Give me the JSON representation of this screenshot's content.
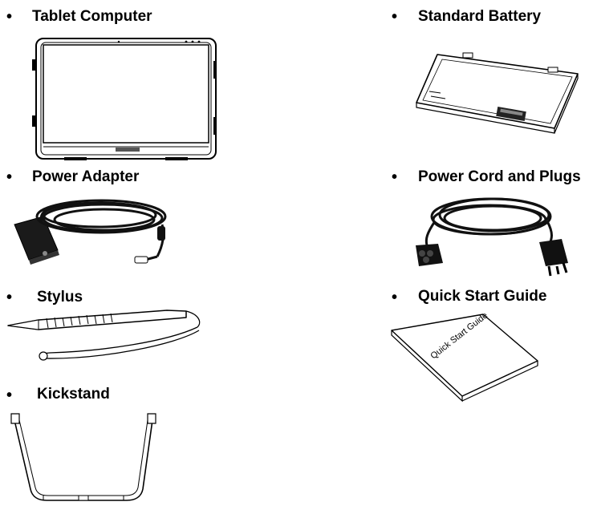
{
  "items": [
    {
      "label": "Tablet Computer",
      "illustration": "tablet-computer"
    },
    {
      "label": "Standard Battery",
      "illustration": "battery"
    },
    {
      "label": "Power Adapter",
      "illustration": "power-adapter"
    },
    {
      "label": "Power Cord and Plugs",
      "illustration": "power-cord"
    },
    {
      "label": "Stylus",
      "illustration": "stylus"
    },
    {
      "label": "Quick Start Guide",
      "illustration": "quick-start-guide"
    },
    {
      "label": "Kickstand",
      "illustration": "kickstand"
    }
  ],
  "bullet_symbol": "•",
  "guide_cover_text": "Quick Start Guide"
}
